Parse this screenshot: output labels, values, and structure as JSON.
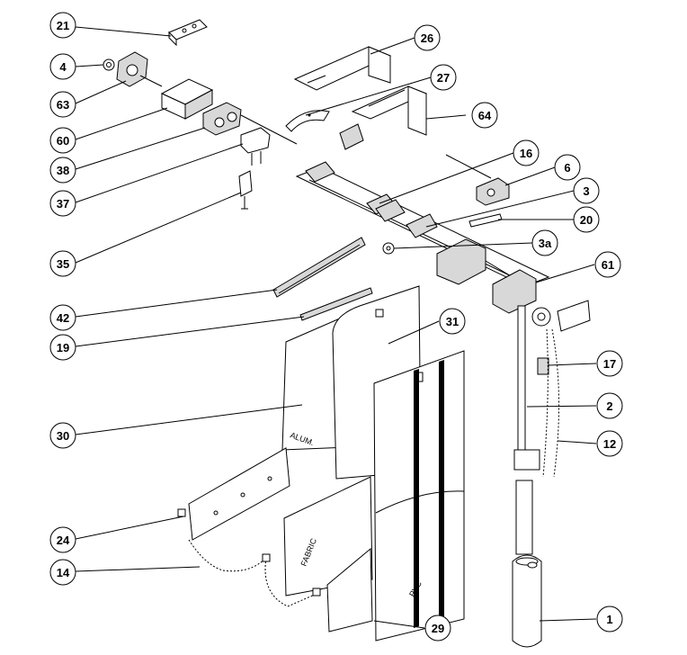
{
  "callouts": {
    "c21": "21",
    "c4": "4",
    "c63": "63",
    "c60": "60",
    "c38": "38",
    "c37": "37",
    "c35": "35",
    "c42": "42",
    "c19": "19",
    "c30": "30",
    "c24": "24",
    "c14": "14",
    "c26": "26",
    "c27": "27",
    "c64": "64",
    "c16": "16",
    "c6": "6",
    "c3": "3",
    "c20": "20",
    "c3a": "3a",
    "c61": "61",
    "c31": "31",
    "c17": "17",
    "c2": "2",
    "c12": "12",
    "c1": "1",
    "c29": "29"
  },
  "material_labels": {
    "aluminium": "ALUM.",
    "fabric": "FABRIC",
    "pvc": "PVC"
  }
}
